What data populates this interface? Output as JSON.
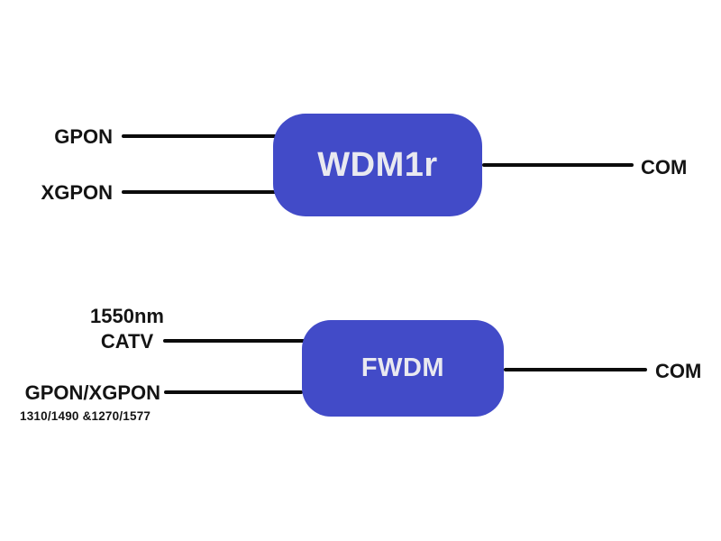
{
  "wdm1r": {
    "inputs": [
      "GPON",
      "XGPON"
    ],
    "title": "WDM1r",
    "output": "COM"
  },
  "fwdm": {
    "input_top_line1": "1550nm",
    "input_top_line2": "CATV",
    "input_bottom": "GPON/XGPON",
    "input_bottom_note": "1310/1490 &1270/1577",
    "title": "FWDM",
    "output": "COM"
  },
  "colors": {
    "box_fill": "#424bc8",
    "box_text": "#e9e9f0",
    "wire_color": "#0b0b0b",
    "label_text": "#141414"
  }
}
